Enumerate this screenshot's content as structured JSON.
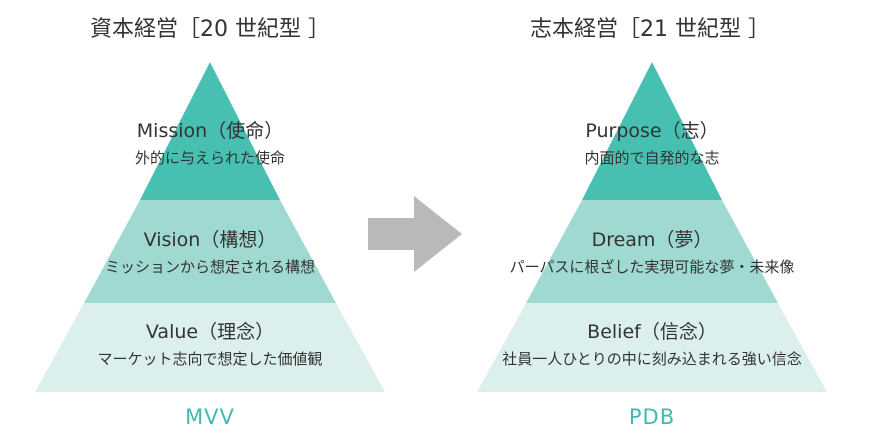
{
  "colors": {
    "top": "#47bfb1",
    "middle": "#9fd9d2",
    "bottom": "#dbf0ed",
    "arrow": "#b9b9b9",
    "accent": "#3fbcad",
    "text": "#333333"
  },
  "left": {
    "title": "資本経営［20 世紀型 ］",
    "caption": "MVV",
    "levels": [
      {
        "head": "Mission（使命）",
        "sub": "外的に与えられた使命"
      },
      {
        "head": "Vision（構想）",
        "sub": "ミッションから想定される構想"
      },
      {
        "head": "Value（理念）",
        "sub": "マーケット志向で想定した価値観"
      }
    ]
  },
  "right": {
    "title": "志本経営［21 世紀型 ］",
    "caption": "PDB",
    "levels": [
      {
        "head": "Purpose（志）",
        "sub": "内面的で自発的な志"
      },
      {
        "head": "Dream（夢）",
        "sub": "パーパスに根ざした実現可能な夢・未来像"
      },
      {
        "head": "Belief（信念）",
        "sub": "社員一人ひとりの中に刻み込まれる強い信念"
      }
    ]
  },
  "arrow_icon": "right-arrow-icon"
}
